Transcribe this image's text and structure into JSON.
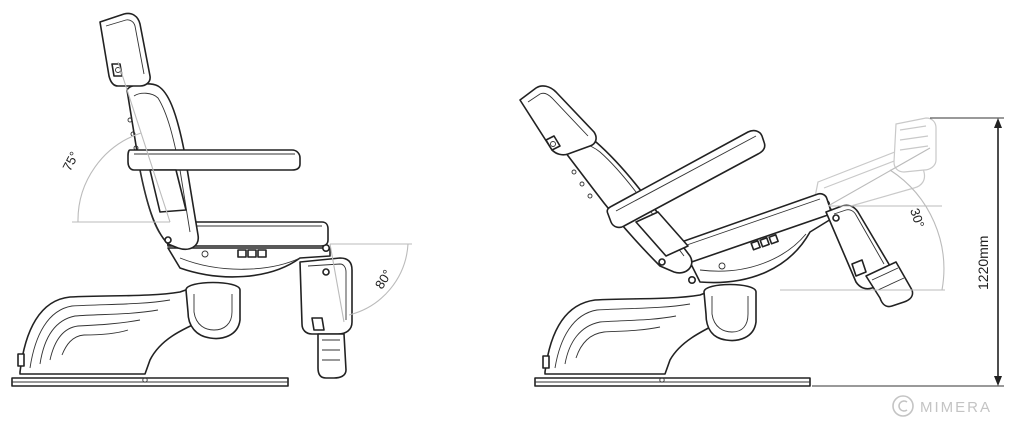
{
  "left_view": {
    "backrest_angle": "75°",
    "legrest_angle": "80°"
  },
  "right_view": {
    "legrest_angle": "30°",
    "height_dimension": "1220mm"
  },
  "watermark": {
    "brand": "MIMERA"
  }
}
